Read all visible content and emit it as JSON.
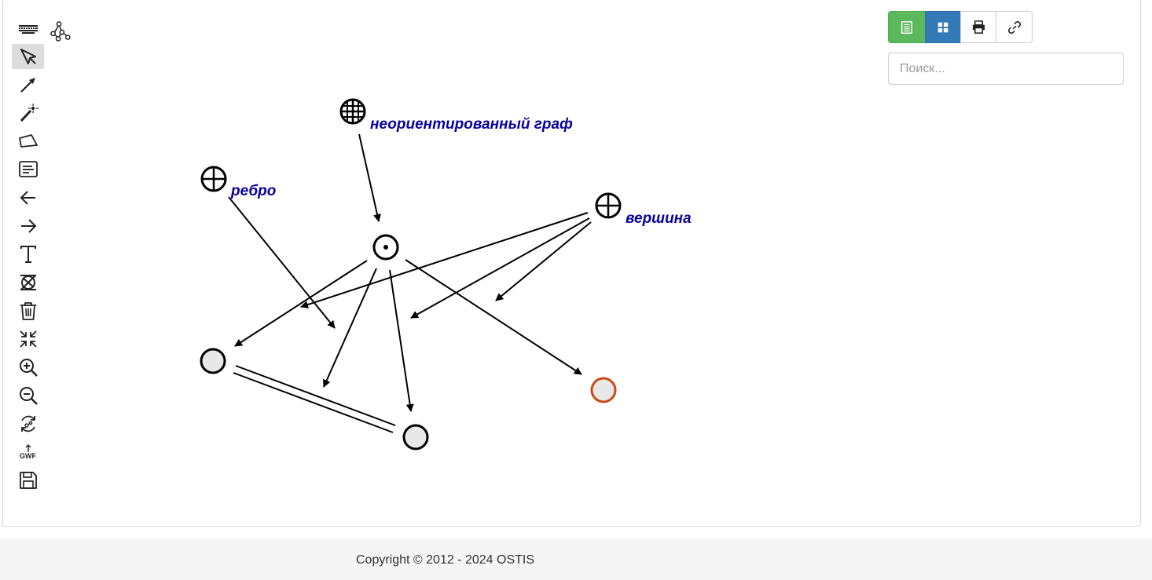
{
  "toolbar": {
    "items": [
      {
        "name": "keyboard",
        "icon": "keyboard-icon"
      },
      {
        "name": "select-mode",
        "icon": "cursor-icon",
        "active": true
      },
      {
        "name": "edge-mode",
        "icon": "edge-arrow-icon"
      },
      {
        "name": "bus-mode",
        "icon": "magic-wand-icon"
      },
      {
        "name": "contour-mode",
        "icon": "contour-icon"
      },
      {
        "name": "link-mode",
        "icon": "text-block-icon"
      },
      {
        "name": "back",
        "icon": "arrow-left-icon"
      },
      {
        "name": "forward",
        "icon": "arrow-right-icon"
      },
      {
        "name": "change-idtf",
        "icon": "text-t-icon"
      },
      {
        "name": "change-type",
        "icon": "type-change-icon"
      },
      {
        "name": "delete",
        "icon": "trash-icon"
      },
      {
        "name": "clear",
        "icon": "compress-icon"
      },
      {
        "name": "zoom-in",
        "icon": "zoom-in-icon"
      },
      {
        "name": "zoom-out",
        "icon": "zoom-out-icon"
      },
      {
        "name": "integrate",
        "icon": "refresh-icon"
      },
      {
        "name": "open-gwf",
        "icon": "gwf-upload-icon",
        "label": "GWF"
      },
      {
        "name": "save",
        "icon": "floppy-disk-icon"
      }
    ]
  },
  "view_buttons": [
    {
      "name": "scn-view",
      "icon": "list-icon",
      "color": "#5cb85c"
    },
    {
      "name": "scg-view",
      "icon": "grid-icon",
      "color": "#337ab7"
    },
    {
      "name": "print",
      "icon": "print-icon"
    },
    {
      "name": "link",
      "icon": "link-icon"
    }
  ],
  "search": {
    "placeholder": "Поиск..."
  },
  "graph": {
    "labels": {
      "undirected_graph": "неориентированный граф",
      "edge": "ребро",
      "vertex": "вершина"
    },
    "accent_color": "#0a00a0",
    "highlight_node_color": "#c84a12"
  },
  "footer": {
    "copyright": "Copyright © 2012 - 2024 OSTIS"
  }
}
